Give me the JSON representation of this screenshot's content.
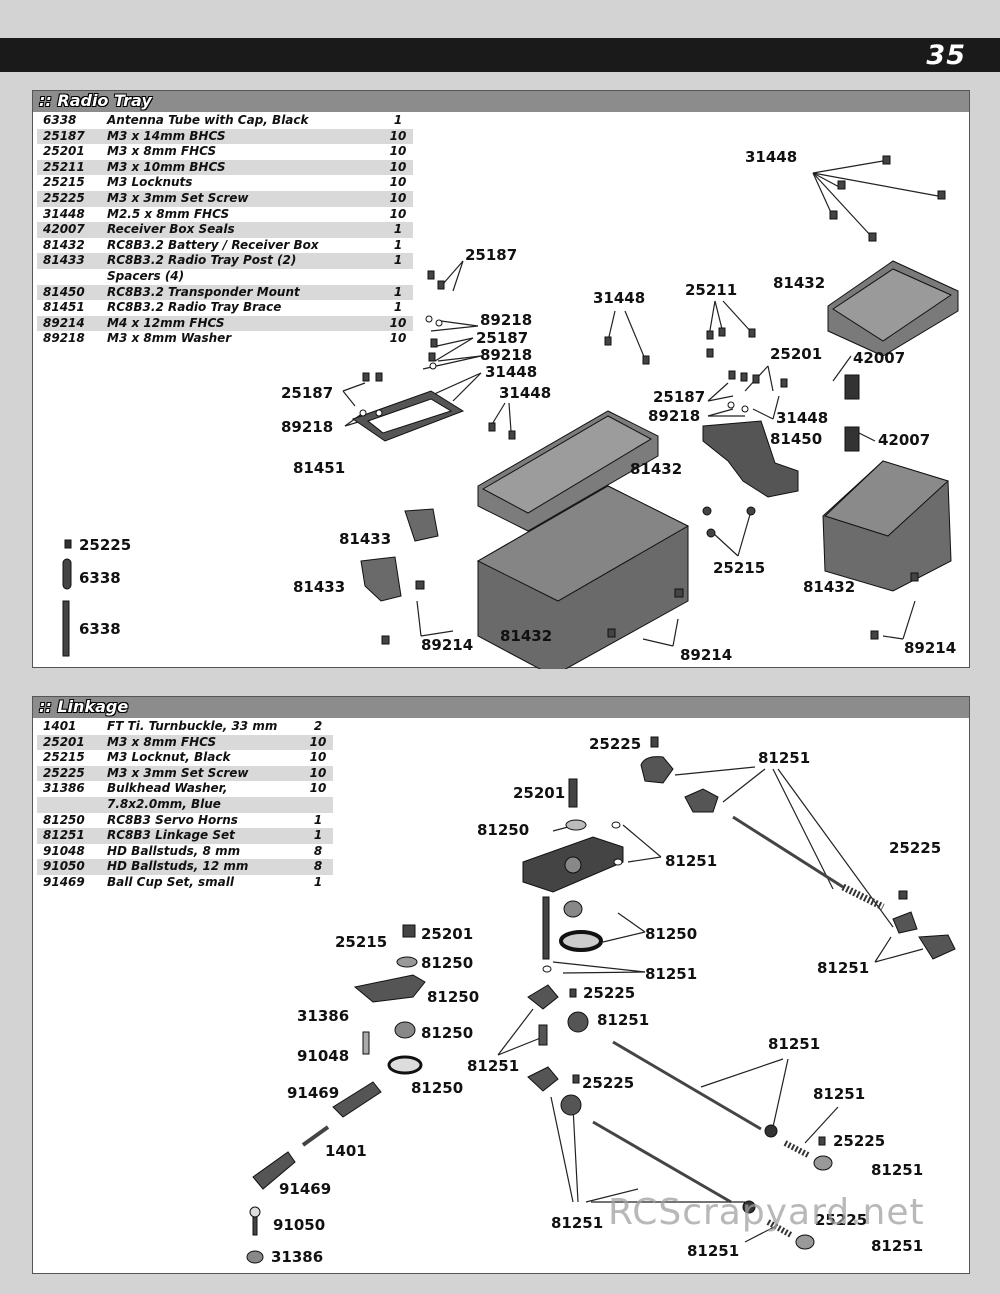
{
  "page_number": "35",
  "radio_tray": {
    "title": ":: Radio Tray",
    "parts": [
      {
        "num": "6338",
        "desc": "Antenna Tube with Cap, Black",
        "qty": "1"
      },
      {
        "num": "25187",
        "desc": "M3 x 14mm BHCS",
        "qty": "10"
      },
      {
        "num": "25201",
        "desc": "M3 x 8mm FHCS",
        "qty": "10"
      },
      {
        "num": "25211",
        "desc": "M3 x 10mm BHCS",
        "qty": "10"
      },
      {
        "num": "25215",
        "desc": "M3 Locknuts",
        "qty": "10"
      },
      {
        "num": "25225",
        "desc": "M3 x 3mm Set Screw",
        "qty": "10"
      },
      {
        "num": "31448",
        "desc": "M2.5 x 8mm FHCS",
        "qty": "10"
      },
      {
        "num": "42007",
        "desc": "Receiver Box Seals",
        "qty": "1"
      },
      {
        "num": "81432",
        "desc": "RC8B3.2 Battery / Receiver Box",
        "qty": "1"
      },
      {
        "num": "81433",
        "desc": "RC8B3.2 Radio Tray Post (2)",
        "qty": "1"
      },
      {
        "num": "",
        "desc": "Spacers (4)",
        "qty": ""
      },
      {
        "num": "81450",
        "desc": "RC8B3.2 Transponder Mount",
        "qty": "1"
      },
      {
        "num": "81451",
        "desc": "RC8B3.2 Radio Tray Brace",
        "qty": "1"
      },
      {
        "num": "89214",
        "desc": "M4 x 12mm FHCS",
        "qty": "10"
      },
      {
        "num": "89218",
        "desc": "M3 x 8mm Washer",
        "qty": "10"
      }
    ],
    "callouts": [
      "31448",
      "25187",
      "81432",
      "31448",
      "25211",
      "89218",
      "25187",
      "89218",
      "25201",
      "42007",
      "25187",
      "31448",
      "31448",
      "25187",
      "89218",
      "31448",
      "42007",
      "89218",
      "81450",
      "81451",
      "81432",
      "25225",
      "81433",
      "6338",
      "25215",
      "81432",
      "81433",
      "6338",
      "89214",
      "81432",
      "89214",
      "89214"
    ]
  },
  "linkage": {
    "title": ":: Linkage",
    "parts": [
      {
        "num": "1401",
        "desc": "FT Ti. Turnbuckle, 33 mm",
        "qty": "2"
      },
      {
        "num": "25201",
        "desc": "M3 x 8mm FHCS",
        "qty": "10"
      },
      {
        "num": "25215",
        "desc": "M3 Locknut, Black",
        "qty": "10"
      },
      {
        "num": "25225",
        "desc": "M3 x 3mm Set Screw",
        "qty": "10"
      },
      {
        "num": "31386",
        "desc": "Bulkhead Washer,",
        "qty": "10"
      },
      {
        "num": "",
        "desc": "7.8x2.0mm, Blue",
        "qty": ""
      },
      {
        "num": "81250",
        "desc": "RC8B3 Servo Horns",
        "qty": "1"
      },
      {
        "num": "81251",
        "desc": "RC8B3 Linkage Set",
        "qty": "1"
      },
      {
        "num": "91048",
        "desc": "HD Ballstuds, 8 mm",
        "qty": "8"
      },
      {
        "num": "91050",
        "desc": "HD Ballstuds, 12 mm",
        "qty": "8"
      },
      {
        "num": "91469",
        "desc": "Ball Cup Set, small",
        "qty": "1"
      }
    ],
    "callouts": [
      "25225",
      "81251",
      "25201",
      "81250",
      "81251",
      "25225",
      "81250",
      "25215",
      "25201",
      "81250",
      "81251",
      "81251",
      "81250",
      "25225",
      "31386",
      "81251",
      "81250",
      "91048",
      "81251",
      "81251",
      "81250",
      "25225",
      "91469",
      "81251",
      "1401",
      "25225",
      "91469",
      "81251",
      "91050",
      "25225",
      "81251",
      "31386",
      "81251",
      "81251"
    ]
  },
  "watermark": "RCScrapyard.net"
}
